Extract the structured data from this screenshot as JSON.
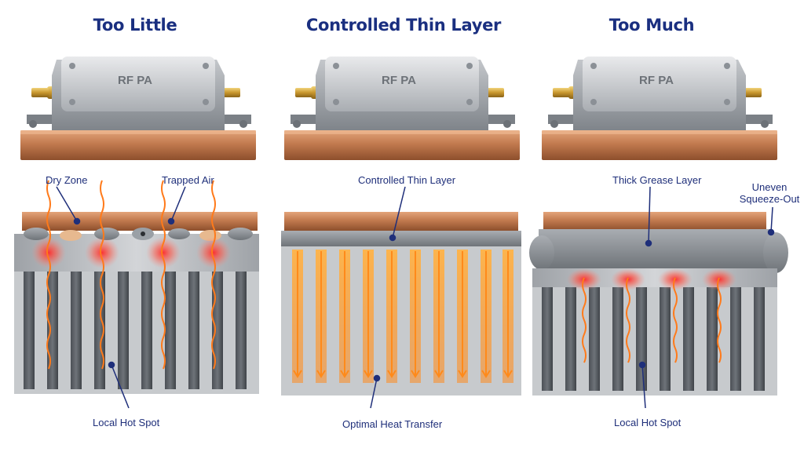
{
  "panels": [
    {
      "title": "Too Little",
      "module_label": "RF PA",
      "labels": {
        "a": "Dry Zone",
        "b": "Trapped Air",
        "bottom": "Local Hot Spot"
      }
    },
    {
      "title": "Controlled Thin Layer",
      "module_label": "RF PA",
      "labels": {
        "a": "Controlled Thin Layer",
        "bottom": "Optimal Heat Transfer"
      }
    },
    {
      "title": "Too Much",
      "module_label": "RF PA",
      "labels": {
        "a": "Thick Grease Layer",
        "b_line1": "Uneven",
        "b_line2": "Squeeze-Out",
        "bottom": "Local Hot Spot"
      }
    }
  ],
  "colors": {
    "title": "#1a2f80",
    "label": "#1f2f7a",
    "copper": "#c27a4f",
    "aluminum": "#b9bcc0",
    "grease": "#8d9297",
    "hot": "#ff3b30",
    "heat_flow": "#ffa020"
  }
}
